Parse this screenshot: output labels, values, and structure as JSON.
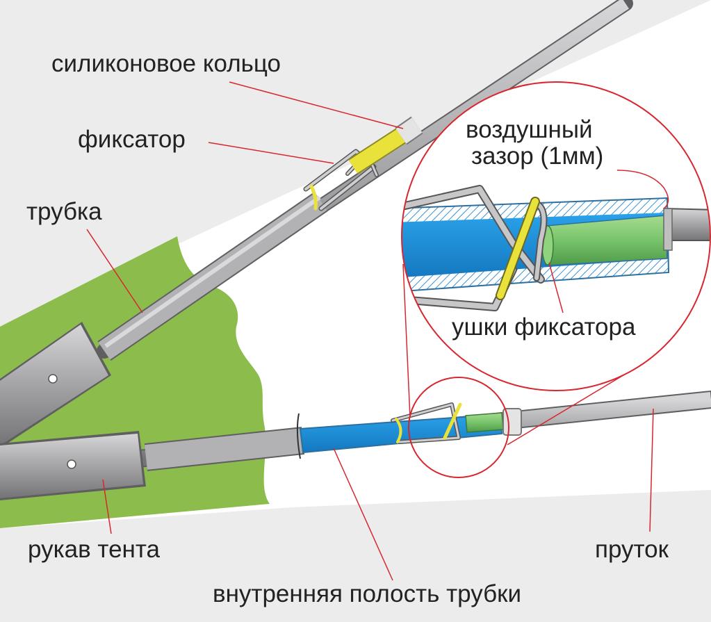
{
  "labels": {
    "silicone_ring": "силиконовое кольцо",
    "fixator": "фиксатор",
    "tube": "трубка",
    "air_gap_line1": "воздушный",
    "air_gap_line2": "зазор (1мм)",
    "fixator_ears": "ушки фиксатора",
    "tent_sleeve": "рукав тента",
    "rod": "пруток",
    "tube_cavity": "внутренняя полость трубки"
  },
  "colors": {
    "background": "#ececec",
    "tent_white": "#ffffff",
    "grass": "#8cbd4c",
    "metal": "#a8a8aa",
    "metal_dark": "#6e6e70",
    "cavity_blue": "#1e8fd8",
    "rod_green": "#77c36b",
    "ring": "#d8d8d8",
    "fixator_yellow": "#e9e23a",
    "leader_red": "#d8262e",
    "text": "#222222"
  }
}
